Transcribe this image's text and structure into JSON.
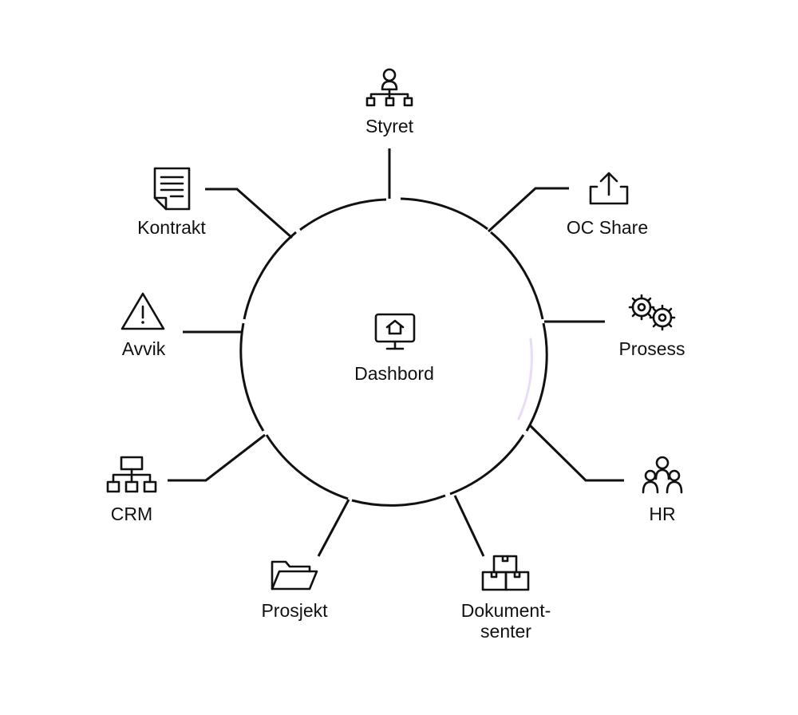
{
  "center": {
    "label": "Dashbord",
    "icon": "monitor-home-icon"
  },
  "nodes": [
    {
      "id": "styret",
      "label": "Styret",
      "icon": "org-chart-person-icon"
    },
    {
      "id": "ocshare",
      "label": "OC Share",
      "icon": "upload-icon"
    },
    {
      "id": "prosess",
      "label": "Prosess",
      "icon": "gears-icon"
    },
    {
      "id": "hr",
      "label": "HR",
      "icon": "people-group-icon"
    },
    {
      "id": "dokument",
      "label": "Dokument-",
      "label2": "senter",
      "icon": "stacked-boxes-icon"
    },
    {
      "id": "prosjekt",
      "label": "Prosjekt",
      "icon": "folder-icon"
    },
    {
      "id": "crm",
      "label": "CRM",
      "icon": "hierarchy-icon"
    },
    {
      "id": "avvik",
      "label": "Avvik",
      "icon": "warning-icon"
    },
    {
      "id": "kontrakt",
      "label": "Kontrakt",
      "icon": "document-icon"
    }
  ],
  "colors": {
    "stroke": "#111111",
    "accent": "#e9dcf6",
    "background": "#ffffff"
  }
}
